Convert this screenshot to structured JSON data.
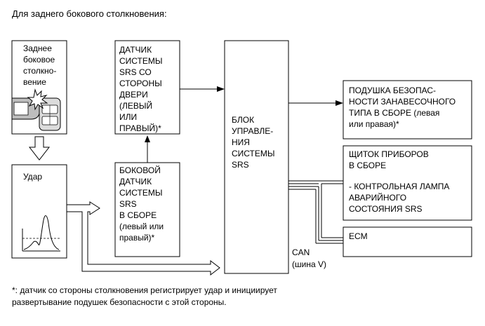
{
  "title": "Для заднего бокового столкновения:",
  "boxes": {
    "side_impact": [
      "Заднее",
      "боковое",
      "столкно-",
      "вение"
    ],
    "impact": [
      "Удар"
    ],
    "door_sensor": [
      "ДАТЧИК",
      "СИСТЕМЫ",
      "SRS СО",
      "СТОРОНЫ",
      "ДВЕРИ",
      "(ЛЕВЫЙ",
      "ИЛИ",
      "ПРАВЫЙ)*"
    ],
    "side_sensor": [
      "БОКОВОЙ",
      "ДАТЧИК",
      "СИСТЕМЫ",
      "SRS",
      "В СБОРЕ",
      "(левый или",
      "правый)*"
    ],
    "control_unit": [
      "БЛОК",
      "УПРАВЛЕ-",
      "НИЯ",
      "СИСТЕМЫ",
      "SRS"
    ],
    "curtain_airbag": [
      "ПОДУШКА БЕЗОПАС-",
      "НОСТИ ЗАНАВЕСОЧНОГО",
      "ТИПА В СБОРЕ (левая",
      "или правая)*"
    ],
    "instrument_panel": [
      "ЩИТОК ПРИБОРОВ",
      "В СБОРЕ",
      "",
      "- КОНТРОЛЬНАЯ ЛАМПА",
      "АВАРИЙНОГО",
      "СОСТОЯНИЯ SRS"
    ],
    "ecm": [
      "ECM"
    ]
  },
  "can_label": [
    "CAN",
    "(шина V)"
  ],
  "footnote": [
    "*: датчик со стороны столкновения регистрирует удар и инициирует",
    "развертывание подушек безопасности с этой стороны."
  ]
}
